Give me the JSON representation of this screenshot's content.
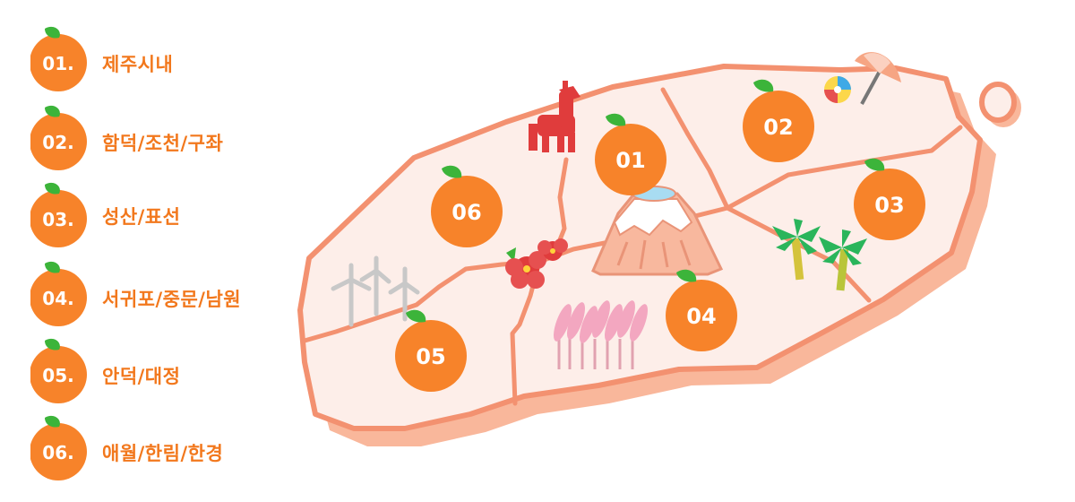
{
  "regions": [
    {
      "number": "01",
      "legend_number": "01.",
      "label": "제주시내"
    },
    {
      "number": "02",
      "legend_number": "02.",
      "label": "함덕/조천/구좌"
    },
    {
      "number": "03",
      "legend_number": "03.",
      "label": "성산/표선"
    },
    {
      "number": "04",
      "legend_number": "04.",
      "label": "서귀포/중문/남원"
    },
    {
      "number": "05",
      "legend_number": "05.",
      "label": "안덕/대정"
    },
    {
      "number": "06",
      "legend_number": "06.",
      "label": "애월/한림/한경"
    }
  ],
  "colors": {
    "orange": "#f7832a",
    "label_orange": "#f2781d",
    "leaf": "#3cb43a",
    "island_fill": "#fdeee9",
    "island_border": "#f39170",
    "island_shadow": "#f9b79b"
  },
  "icons": [
    "alpaca-icon",
    "volcano-icon",
    "palm-tree-icon",
    "beach-ball-icon",
    "parasol-icon",
    "camellia-icon",
    "pampas-grass-icon",
    "wind-turbine-icon",
    "udo-island-icon"
  ]
}
